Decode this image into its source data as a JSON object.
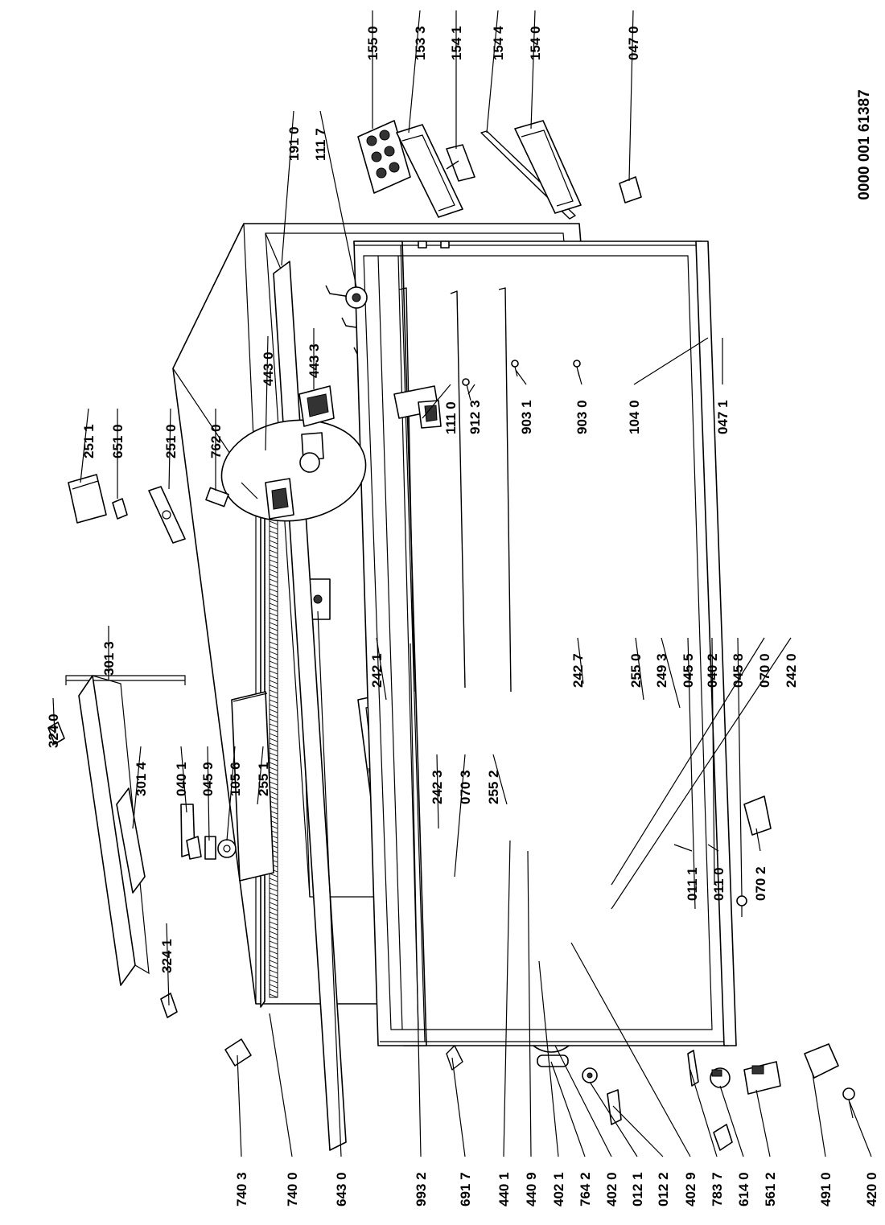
{
  "document_number": "0000 001 61387",
  "part_labels": [
    "740 3",
    "740 0",
    "643 0",
    "993 2",
    "691 7",
    "440 1",
    "440 9",
    "402 1",
    "764 2",
    "402 0",
    "012 1",
    "012 2",
    "402 9",
    "783 7",
    "614 0",
    "561 2",
    "491 0",
    "420 0",
    "011 1",
    "011 0",
    "070 2",
    "324 1",
    "324 0",
    "301 3",
    "301 4",
    "040 1",
    "045 9",
    "105 6",
    "255 1",
    "242 1",
    "242 3",
    "070 3",
    "255 2",
    "242 7",
    "255 0",
    "249 3",
    "045 5",
    "040 2",
    "045 8",
    "070 0",
    "242 0",
    "251 1",
    "651 0",
    "251 0",
    "762 0",
    "443 0",
    "443 3",
    "111 0",
    "912 3",
    "903 1",
    "903 0",
    "104 0",
    "047 1",
    "191 0",
    "111 7",
    "155 0",
    "153 3",
    "154 1",
    "154 4",
    "154 0",
    "047 0"
  ]
}
